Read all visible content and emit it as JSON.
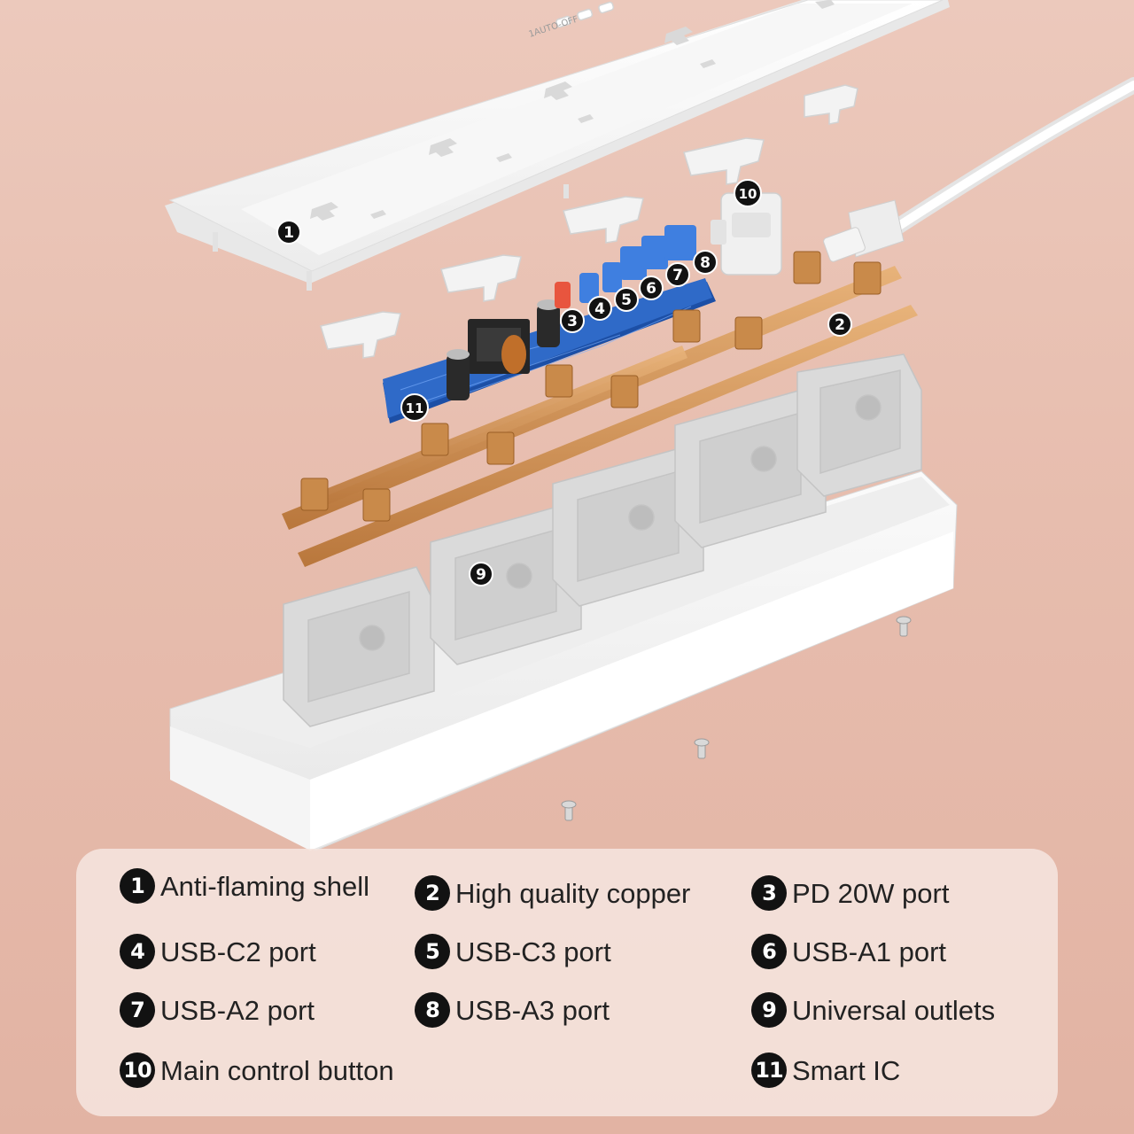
{
  "colors": {
    "background_top": "#ecc9bc",
    "background_bottom": "#e2b3a3",
    "housing": "#ffffff",
    "outlet_module": "#dadada",
    "copper": "#d19654",
    "pcb": "#1f5bb8",
    "usb_port": "#3f7fe0",
    "pd_port": "#e8553e",
    "callout": "#121212",
    "legend_panel": "#f6e5e0"
  },
  "device": {
    "top_label": "1AUTO-OFF"
  },
  "callouts": [
    {
      "number": "1"
    },
    {
      "number": "2"
    },
    {
      "number": "3"
    },
    {
      "number": "4"
    },
    {
      "number": "5"
    },
    {
      "number": "6"
    },
    {
      "number": "7"
    },
    {
      "number": "8"
    },
    {
      "number": "9"
    },
    {
      "number": "10"
    },
    {
      "number": "11"
    }
  ],
  "legend": [
    {
      "number": "1",
      "label": "Anti-flaming shell"
    },
    {
      "number": "2",
      "label": "High quality copper"
    },
    {
      "number": "3",
      "label": "PD 20W port"
    },
    {
      "number": "4",
      "label": "USB-C2 port"
    },
    {
      "number": "5",
      "label": "USB-C3 port"
    },
    {
      "number": "6",
      "label": "USB-A1 port"
    },
    {
      "number": "7",
      "label": "USB-A2 port"
    },
    {
      "number": "8",
      "label": "USB-A3 port"
    },
    {
      "number": "9",
      "label": "Universal outlets"
    },
    {
      "number": "10",
      "label": "Main control button"
    },
    {
      "number": "11",
      "label": "Smart IC"
    }
  ]
}
